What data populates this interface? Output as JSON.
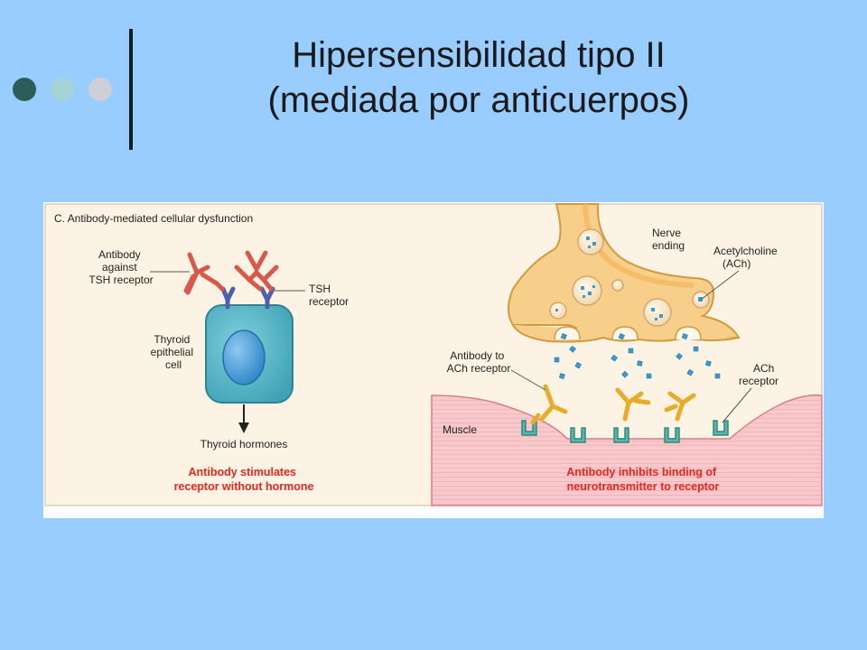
{
  "slide": {
    "title_line1": "Hipersensibilidad tipo II",
    "title_line2": "(mediada por anticuerpos)"
  },
  "decor": {
    "dot_colors": [
      "#2e5c58",
      "#a7d3d6",
      "#cfcfd8"
    ]
  },
  "figure": {
    "panel_label": "C. Antibody-mediated cellular dysfunction",
    "left": {
      "antibody_label": [
        "Antibody",
        "against",
        "TSH receptor"
      ],
      "tsh_receptor_label": [
        "TSH",
        "receptor"
      ],
      "cell_label": [
        "Thyroid",
        "epithelial",
        "cell"
      ],
      "hormones_label": "Thyroid hormones",
      "caption": [
        "Antibody stimulates",
        "receptor without hormone"
      ]
    },
    "right": {
      "nerve_label": [
        "Nerve",
        "ending"
      ],
      "ach_label": [
        "Acetylcholine",
        "(ACh)"
      ],
      "antibody_label": [
        "Antibody to",
        "ACh receptor"
      ],
      "ach_receptor_label": [
        "ACh",
        "receptor"
      ],
      "muscle_label": "Muscle",
      "caption": [
        "Antibody inhibits binding of",
        "neurotransmitter to receptor"
      ]
    },
    "colors": {
      "panel_bg": "#fdf3e4",
      "cell_fill": "#5bb8c9",
      "nerve_fill": "#f8cf8a",
      "muscle_fill": "#f7c9cc",
      "antibody_red": "#d9574b",
      "receptor_blue": "#4f5fa8",
      "antibody_yellow": "#e5ad28",
      "receptor_teal": "#58b7ab",
      "caption_red": "#e8261e"
    }
  }
}
